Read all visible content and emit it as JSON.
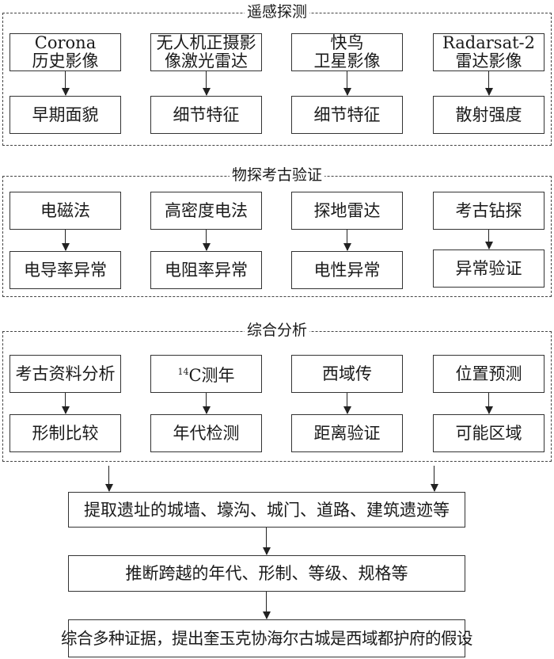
{
  "groups": [
    {
      "title": "遥感探测",
      "columns": [
        {
          "top_line1": "Corona",
          "top_line2": "历史影像",
          "bottom": "早期面貌"
        },
        {
          "top_line1": "无人机正摄影",
          "top_line2": "像激光雷达",
          "bottom": "细节特征"
        },
        {
          "top_line1": "快鸟",
          "top_line2": "卫星影像",
          "bottom": "细节特征"
        },
        {
          "top_line1": "Radarsat-2",
          "top_line2": "雷达影像",
          "bottom": "散射强度"
        }
      ]
    },
    {
      "title": "物探考古验证",
      "columns": [
        {
          "top": "电磁法",
          "bottom": "电导率异常"
        },
        {
          "top": "高密度电法",
          "bottom": "电阻率异常"
        },
        {
          "top": "探地雷达",
          "bottom": "电性异常"
        },
        {
          "top": "考古钻探",
          "bottom": "异常验证"
        }
      ]
    },
    {
      "title": "综合分析",
      "columns": [
        {
          "top": "考古资料分析",
          "bottom": "形制比较"
        },
        {
          "top_sup": "14",
          "top": "C测年",
          "bottom": "年代检测"
        },
        {
          "top": "西域传",
          "bottom": "距离验证"
        },
        {
          "top": "位置预测",
          "bottom": "可能区域"
        }
      ]
    }
  ],
  "steps": [
    "提取遗址的城墙、壕沟、城门、道路、建筑遗迹等",
    "推断跨越的年代、形制、等级、规格等",
    "综合多种证据，提出奎玉克协海尔古城是西域都护府的假设"
  ],
  "colors": {
    "line": "#333333",
    "background": "#ffffff"
  }
}
